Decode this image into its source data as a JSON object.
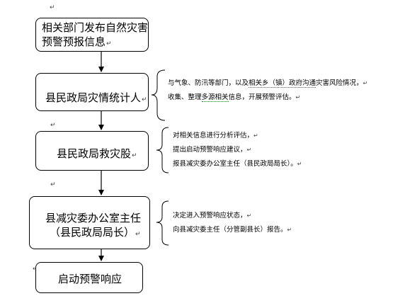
{
  "flowchart": {
    "steps": [
      {
        "lines": [
          "相关部门发布自然灾害",
          "预警预报信息"
        ]
      },
      {
        "lines": [
          "县民政局灾情统计人"
        ]
      },
      {
        "lines": [
          "县民政局救灾股"
        ]
      },
      {
        "lines": [
          "县减灾委办公室主任",
          "（县民政局局长）"
        ]
      },
      {
        "lines": [
          "启动预警响应"
        ]
      }
    ],
    "notes": [
      {
        "line1": {
          "pre": "与气象、防汛等部门，以及",
          "squiggle": "相关乡（镇）政府沟通",
          "post": "灾害风险情况，"
        },
        "line2": {
          "pre": "收集、整理",
          "squiggle": "多源相关",
          "post": "信息，开展预警评估。"
        }
      },
      {
        "lines": [
          "对相关信息进行分析评估，",
          "提出启动预警响应建议，",
          "报县减灾委办公室主任（县民政局局长）。"
        ]
      },
      {
        "lines": [
          "决定进入预警响应状态，",
          "向县减灾委主任（分管副县长）报告。"
        ]
      }
    ],
    "para_mark": "↵"
  }
}
